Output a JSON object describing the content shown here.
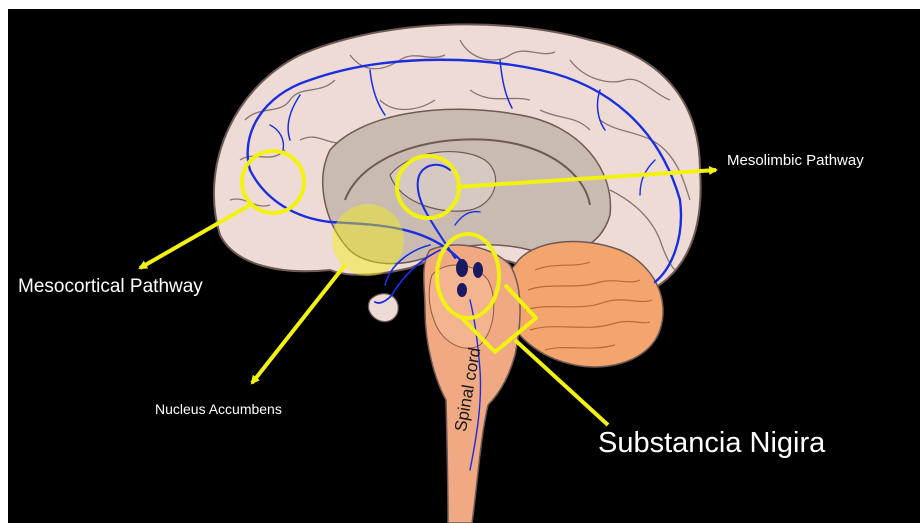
{
  "labels": {
    "mesolimbic": "Mesolimbic Pathway",
    "mesocortical": "Mesocortical Pathway",
    "nucleus_accumbens": "Nucleus Accumbens",
    "substancia_nigira": "Substancia Nigira",
    "spinal_cord": "Spinal cord"
  },
  "colors": {
    "background": "#000000",
    "cortex": "#eedbd6",
    "inner_brain": "#c9bbb2",
    "brainstem": "#f0a983",
    "cerebellum": "#f4a46d",
    "pathway": "#1a2ee0",
    "highlight": "#f2f210"
  },
  "icons": {
    "arrow": "arrow-icon",
    "circle": "highlight-circle"
  }
}
